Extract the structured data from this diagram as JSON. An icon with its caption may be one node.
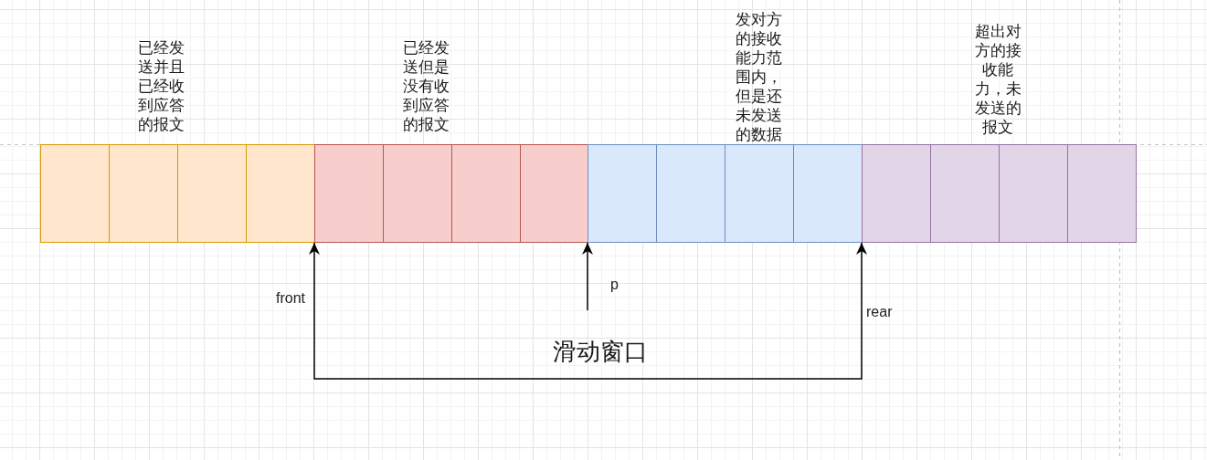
{
  "diagram": {
    "nodes": [
      {
        "text": [
          "已经发送并且已经收到应答的报文"
        ]
      },
      {
        "text": [],
        "shape": "box",
        "in": 0
      },
      {
        "text": [],
        "shape": "box",
        "in": 0
      },
      {
        "text": [],
        "shape": "box",
        "in": 0
      },
      {
        "text": [],
        "shape": "box",
        "in": 0
      },
      {
        "text": [
          "已经发送但是没有收到应答的报文"
        ]
      },
      {
        "text": [],
        "shape": "box",
        "in": 5
      },
      {
        "text": [],
        "shape": "box",
        "in": 5
      },
      {
        "text": [],
        "shape": "box",
        "in": 5
      },
      {
        "text": [],
        "shape": "box",
        "in": 5
      },
      {
        "text": [
          "发对方的接收能力范围内，但是还未发送的数据"
        ]
      },
      {
        "text": [],
        "shape": "box",
        "in": 10
      },
      {
        "text": [],
        "shape": "box",
        "in": 10
      },
      {
        "text": [],
        "shape": "box",
        "in": 10
      },
      {
        "text": [],
        "shape": "box",
        "in": 10
      },
      {
        "text": [
          "超出对方的接收能力，未发送的报文"
        ]
      },
      {
        "text": [],
        "shape": "box",
        "in": 15
      },
      {
        "text": [],
        "shape": "box",
        "in": 15
      },
      {
        "text": [],
        "shape": "box",
        "in": 15
      },
      {
        "text": [],
        "shape": "box",
        "in": 15
      }
    ],
    "edges": [
      {
        "from": 5,
        "to": 15,
        "arrow": "both",
        "label": "滑动窗口"
      },
      {
        "from": null,
        "to": 10,
        "arrow": "to"
      }
    ],
    "labels": [
      "front",
      "p",
      "rear"
    ]
  }
}
